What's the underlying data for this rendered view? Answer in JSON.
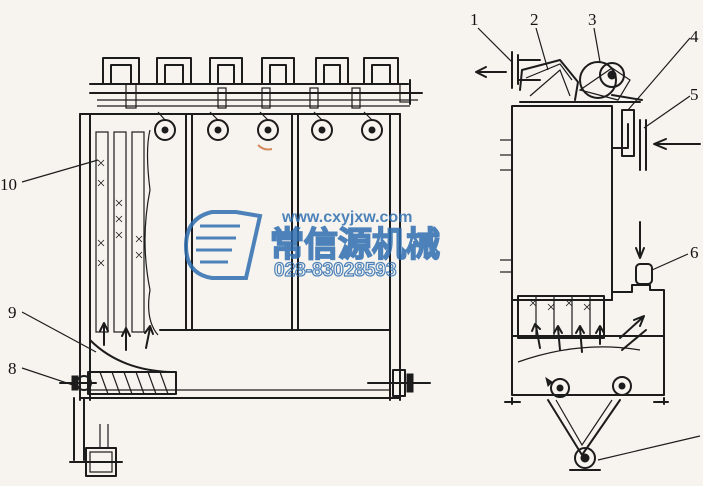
{
  "labels": [
    {
      "id": "1",
      "text": "1"
    },
    {
      "id": "2",
      "text": "2"
    },
    {
      "id": "3",
      "text": "3"
    },
    {
      "id": "4",
      "text": "4"
    },
    {
      "id": "5",
      "text": "5"
    },
    {
      "id": "6",
      "text": "6"
    },
    {
      "id": "8",
      "text": "8"
    },
    {
      "id": "9",
      "text": "9"
    },
    {
      "id": "10",
      "text": "10"
    }
  ],
  "watermark": {
    "url": "www.cxyjxw.com",
    "brand": "常信源机械",
    "phone": "028-83028593",
    "color": "#2f6fb0"
  },
  "colors": {
    "ink": "#1c1c1c",
    "paper": "#f7f4ef"
  }
}
